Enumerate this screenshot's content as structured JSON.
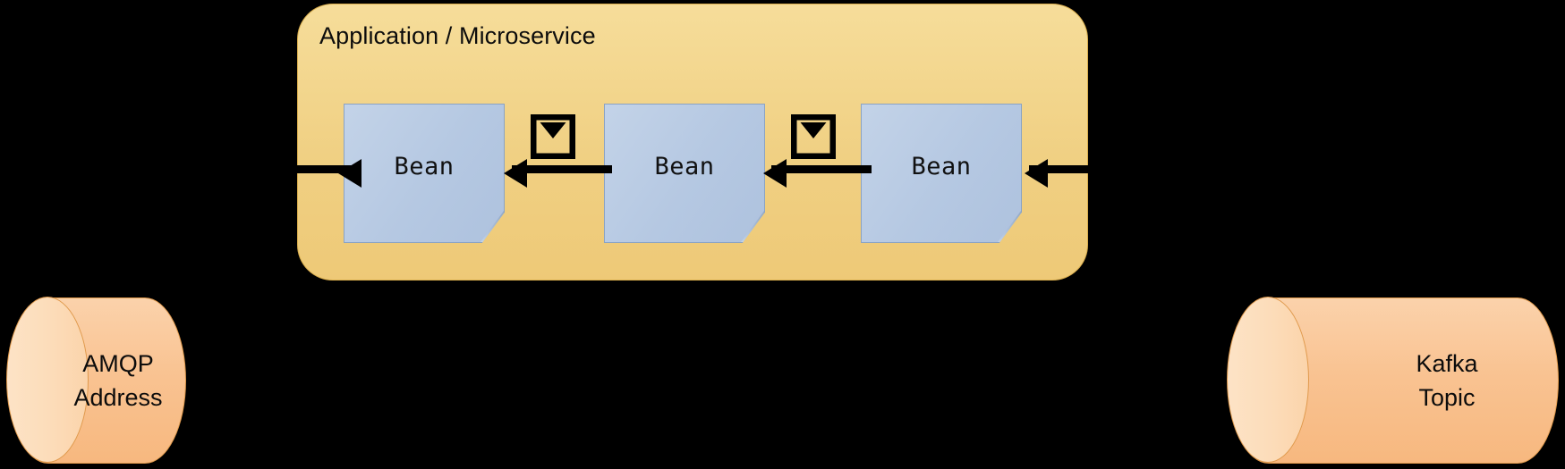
{
  "diagram": {
    "title": "Application / Microservice",
    "container": {
      "label": "Application / Microservice",
      "fill_color": "#f0d083",
      "border_color": "#d9ad4c"
    },
    "beans": [
      {
        "label": "Bean",
        "name": "bean-1"
      },
      {
        "label": "Bean",
        "name": "bean-2"
      },
      {
        "label": "Bean",
        "name": "bean-3"
      }
    ],
    "bean_style": {
      "fill_color": "#b5c8e2",
      "border_color": "#8aa3c4"
    },
    "endpoints": [
      {
        "name": "amqp-address",
        "line1": "AMQP",
        "line2": "Address",
        "fill_color": "#f9c392",
        "border_color": "#e09a4d",
        "side": "left"
      },
      {
        "name": "kafka-topic",
        "line1": "Kafka",
        "line2": "Topic",
        "fill_color": "#f9c392",
        "border_color": "#e09a4d",
        "side": "right"
      }
    ],
    "icons": [
      {
        "name": "envelope-icon",
        "glyph": "envelope",
        "color": "#000000"
      },
      {
        "name": "envelope-icon",
        "glyph": "envelope",
        "color": "#000000"
      }
    ],
    "arrows": [
      {
        "name": "arrow-into-bean-1",
        "direction": "left",
        "color": "#000000"
      },
      {
        "name": "arrow-bean-2-to-bean-1",
        "direction": "left",
        "color": "#000000"
      },
      {
        "name": "arrow-bean-3-to-bean-2",
        "direction": "left",
        "color": "#000000"
      },
      {
        "name": "arrow-kafka-to-bean-3",
        "direction": "left",
        "color": "#000000"
      }
    ],
    "background_color": "#000000"
  }
}
